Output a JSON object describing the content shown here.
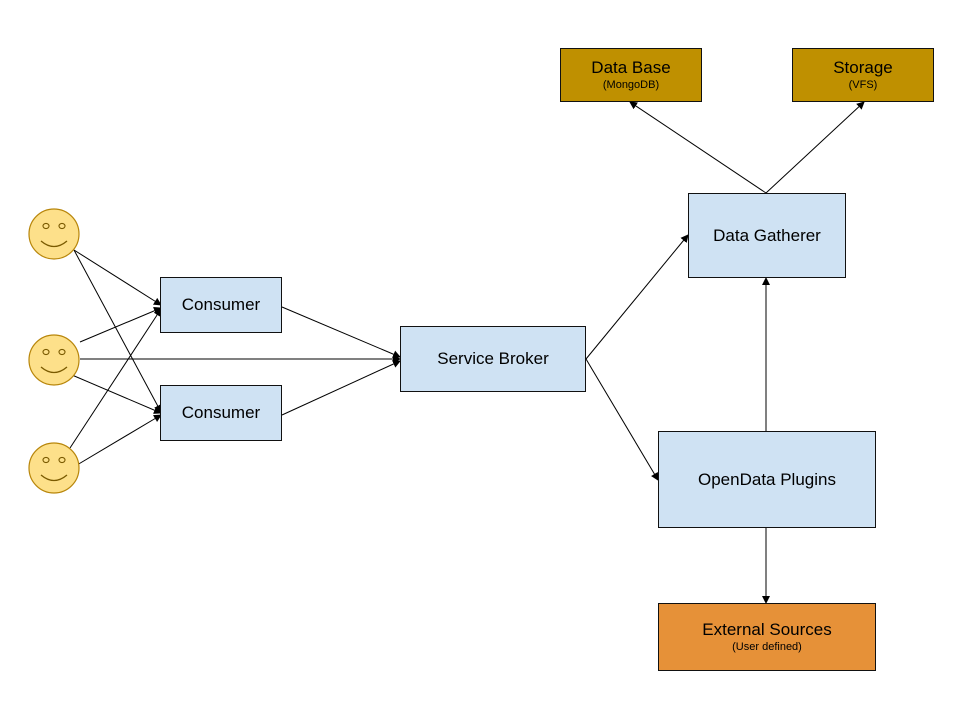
{
  "diagram": {
    "nodes": {
      "consumer_1": {
        "label": "Consumer"
      },
      "consumer_2": {
        "label": "Consumer"
      },
      "service_broker": {
        "label": "Service Broker"
      },
      "data_gatherer": {
        "label": "Data Gatherer"
      },
      "opendata_plugins": {
        "label": "OpenData Plugins"
      },
      "data_base": {
        "label": "Data Base",
        "sublabel": "(MongoDB)"
      },
      "storage": {
        "label": "Storage",
        "sublabel": "(VFS)"
      },
      "external_sources": {
        "label": "External Sources",
        "sublabel": "(User defined)"
      }
    },
    "users": [
      {
        "icon": "smiley-face-icon"
      },
      {
        "icon": "smiley-face-icon"
      },
      {
        "icon": "smiley-face-icon"
      }
    ],
    "colors": {
      "box_blue": "#cfe2f3",
      "box_gold": "#bf9000",
      "box_orange": "#e69138",
      "smiley_fill": "#fde08a",
      "smiley_stroke": "#b8860b",
      "edge": "#000000"
    }
  }
}
